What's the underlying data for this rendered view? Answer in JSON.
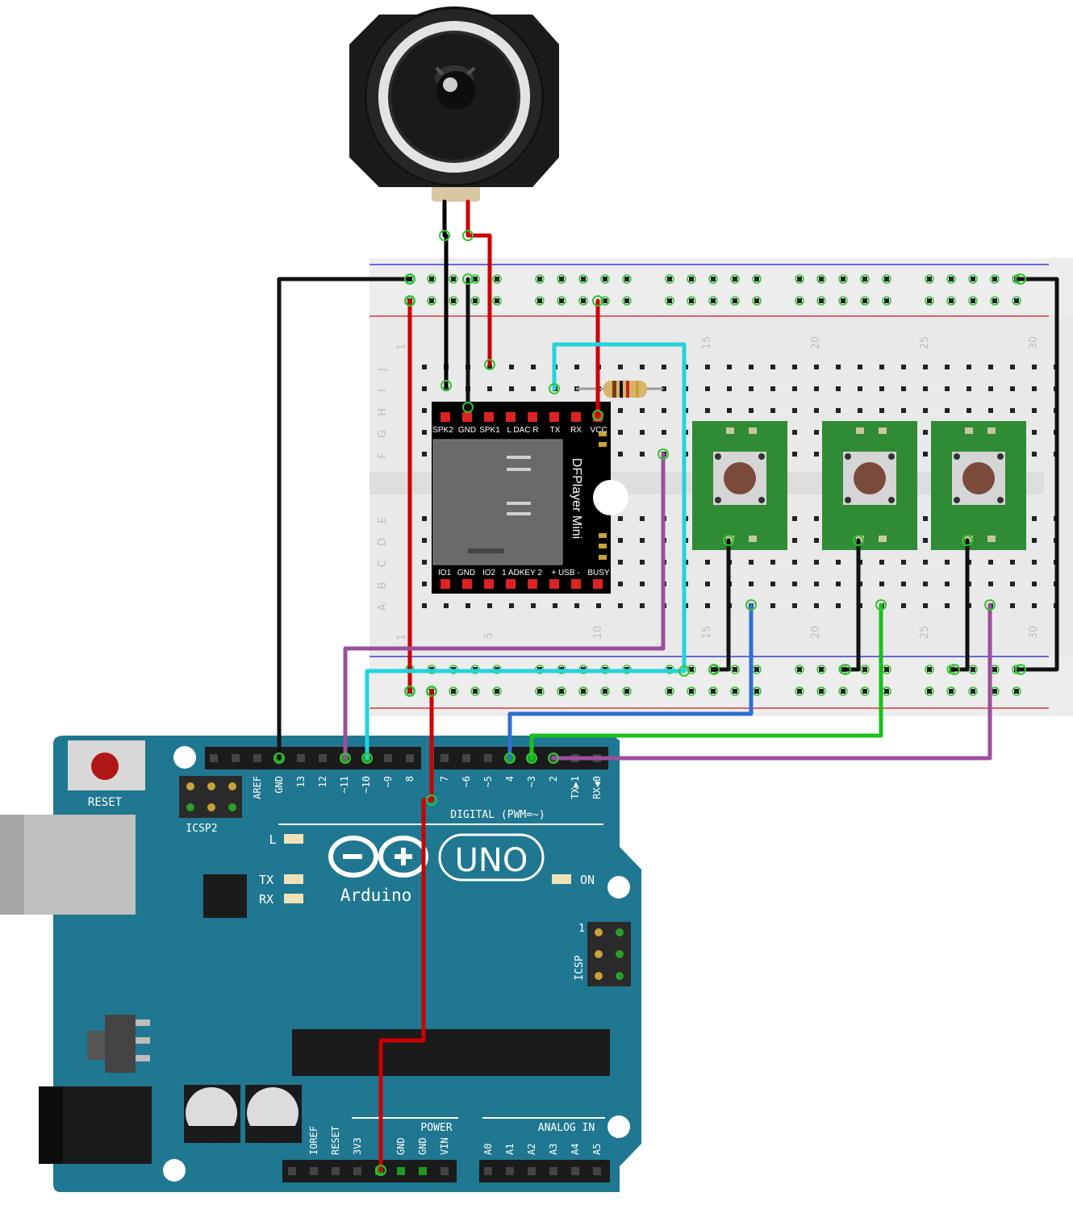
{
  "arduino": {
    "reset_label": "RESET",
    "icsp2_label": "ICSP2",
    "icsp_label": "ICSP",
    "icsp_pin1": "1",
    "brand": "Arduino",
    "model": "UNO",
    "led_l": "L",
    "led_tx": "TX",
    "led_rx": "RX",
    "led_on": "ON",
    "digital_caption": "DIGITAL (PWM=~)",
    "power_caption": "POWER",
    "analog_caption": "ANALOG IN",
    "digital_pins": [
      "AREF",
      "GND",
      "13",
      "12",
      "~11",
      "~10",
      "~9",
      "8",
      "7",
      "~6",
      "~5",
      "4",
      "~3",
      "2",
      "TX▶1",
      "RX◀0"
    ],
    "power_pins": [
      "IOREF",
      "RESET",
      "3V3",
      "GND",
      "GND",
      "VIN"
    ],
    "analog_pins": [
      "A0",
      "A1",
      "A2",
      "A3",
      "A4",
      "A5"
    ]
  },
  "dfplayer": {
    "title": "DFPlayer Mini",
    "top_pins": [
      "SPK2",
      "GND",
      "SPK1",
      "L DAC R",
      "TX",
      "RX",
      "VCC"
    ],
    "bottom_pins": [
      "IO1",
      "GND",
      "IO2",
      "1 ADKEY 2",
      "+ USB -",
      "BUSY"
    ]
  },
  "breadboard": {
    "row_letters_top": [
      "J",
      "I",
      "H",
      "G",
      "F"
    ],
    "row_letters_bottom": [
      "E",
      "D",
      "C",
      "B",
      "A"
    ],
    "column_numbers": [
      "1",
      "5",
      "10",
      "15",
      "20",
      "25",
      "30"
    ]
  },
  "colors": {
    "board_blue": "#1f7791",
    "wire_black": "#111111",
    "wire_red": "#cc0000",
    "wire_cyan": "#22d3dd",
    "wire_purple": "#9b4f9b",
    "wire_blue": "#2f6fd0",
    "wire_green": "#19c01e",
    "button_board": "#2f8b34"
  }
}
